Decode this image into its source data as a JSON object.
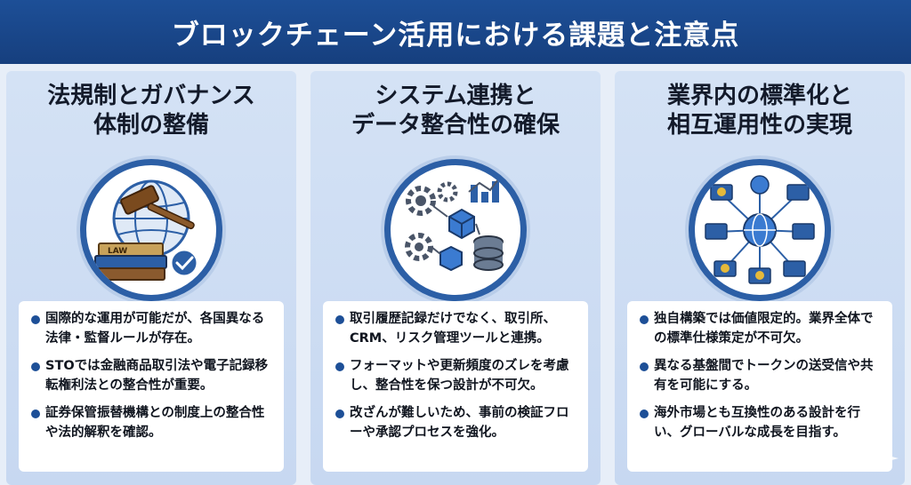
{
  "title": "ブロックチェーン活用における課題と注意点",
  "columns": [
    {
      "title_line1": "法規制とガバナンス",
      "title_line2": "体制の整備",
      "icon_label": "LAW",
      "bullets": [
        "国際的な運用が可能だが、各国異なる法律・監督ルールが存在。",
        "STOでは金融商品取引法や電子記録移転権利法との整合性が重要。",
        "証券保管振替機構との制度上の整合性や法的解釈を確認。"
      ]
    },
    {
      "title_line1": "システム連携と",
      "title_line2": "データ整合性の確保",
      "bullets": [
        "取引履歴記録だけでなく、取引所、CRM、リスク管理ツールと連携。",
        "フォーマットや更新頻度のズレを考慮し、整合性を保つ設計が不可欠。",
        "改ざんが難しいため、事前の検証フローや承認プロセスを強化。"
      ]
    },
    {
      "title_line1": "業界内の標準化と",
      "title_line2": "相互運用性の実現",
      "bullets": [
        "独自構築では価値限定的。業界全体での標準仕様策定が不可欠。",
        "異なる基盤間でトークンの送受信や共有を可能にする。",
        "海外市場とも互換性のある設計を行い、グローバルな成長を目指す。"
      ]
    }
  ]
}
